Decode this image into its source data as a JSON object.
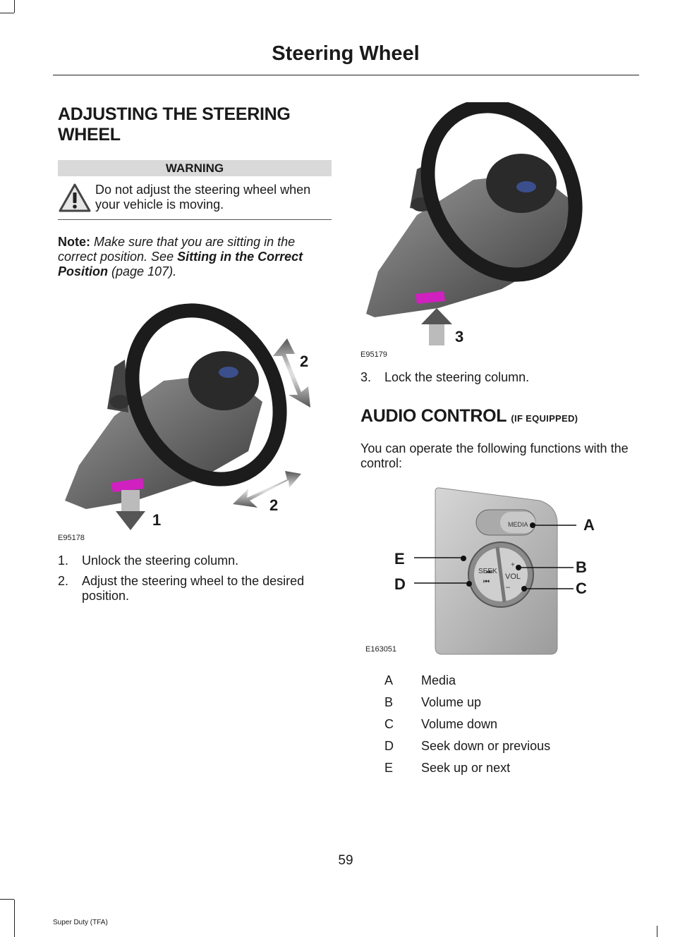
{
  "header": {
    "title": "Steering Wheel"
  },
  "section1": {
    "heading_line1": "ADJUSTING THE STEERING",
    "heading_line2": "WHEEL",
    "warning_label": "WARNING",
    "warning_text": "Do not adjust the steering wheel when your vehicle is moving.",
    "note_label": "Note:",
    "note_text1": " Make sure that you are sitting in the correct position.  See ",
    "note_link": "Sitting in the Correct Position",
    "note_text2": " (page 107).",
    "figure1_label": "E95178",
    "figure1_callouts": {
      "c1": "1",
      "c2a": "2",
      "c2b": "2"
    },
    "steps": [
      {
        "num": "1.",
        "text": "Unlock the steering column."
      },
      {
        "num": "2.",
        "text": "Adjust the steering wheel to the desired position."
      }
    ]
  },
  "section2": {
    "figure2_label": "E95179",
    "figure2_callout": "3",
    "step3": {
      "num": "3.",
      "text": "Lock the steering column."
    }
  },
  "section3": {
    "heading": "AUDIO CONTROL",
    "heading_suffix": "(IF EQUIPPED)",
    "intro": "You can operate the following functions with the control:",
    "figure3_label": "E163051",
    "control_labels": {
      "media": "MEDIA",
      "seek": "SEEK",
      "vol": "VOL",
      "plus": "+",
      "minus": "–"
    },
    "callouts": {
      "a": "A",
      "b": "B",
      "c": "C",
      "d": "D",
      "e": "E"
    },
    "legend": [
      {
        "key": "A",
        "value": "Media"
      },
      {
        "key": "B",
        "value": "Volume up"
      },
      {
        "key": "C",
        "value": "Volume down"
      },
      {
        "key": "D",
        "value": "Seek down or previous"
      },
      {
        "key": "E",
        "value": "Seek up or next"
      }
    ]
  },
  "footer": {
    "page_number": "59",
    "doc_id": "Super Duty (TFA)"
  }
}
